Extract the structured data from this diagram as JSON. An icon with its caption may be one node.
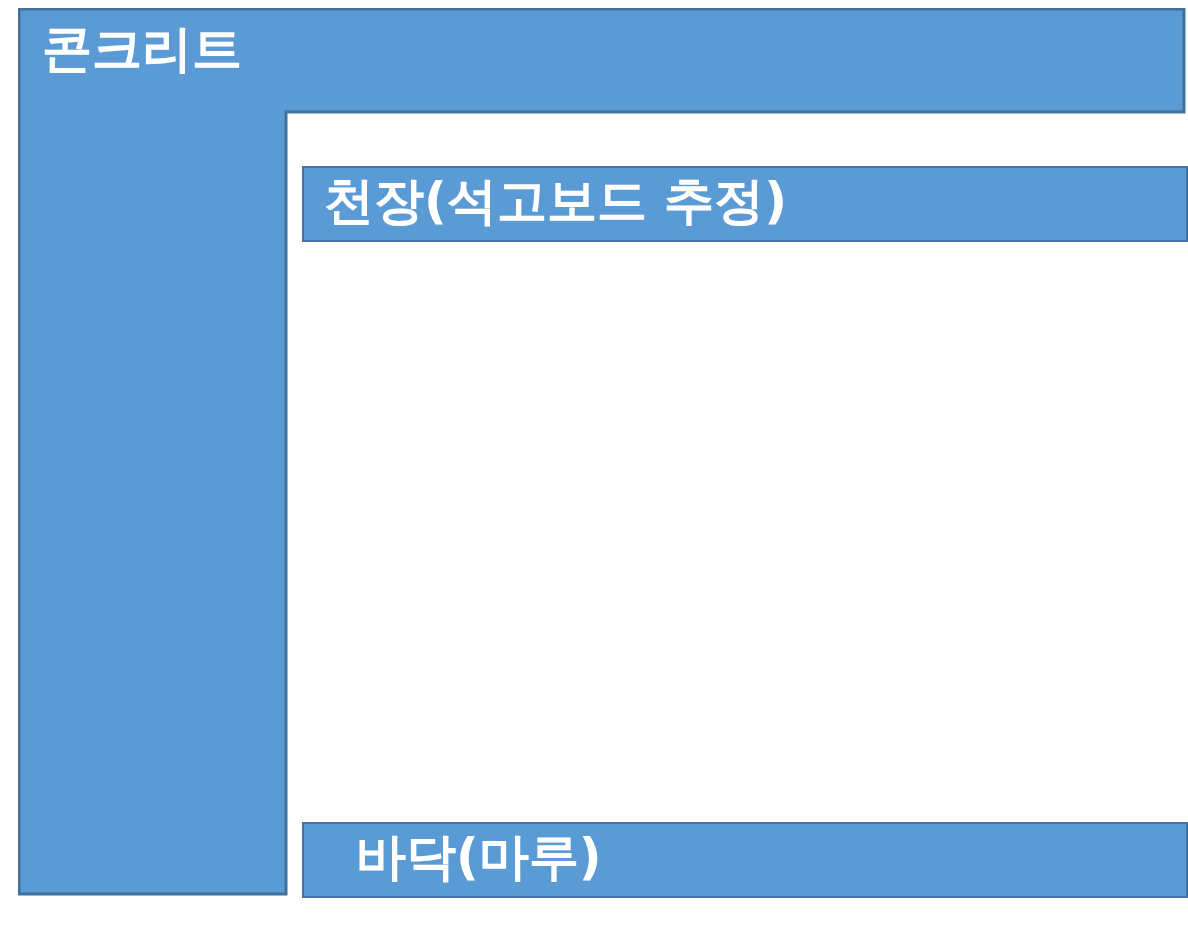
{
  "diagram": {
    "nodes": [
      {
        "text": [
          "콘크리트"
        ]
      },
      {
        "text": [
          "천장(석고보드 추정)"
        ]
      },
      {
        "text": [
          "바닥(마루)"
        ]
      }
    ]
  }
}
